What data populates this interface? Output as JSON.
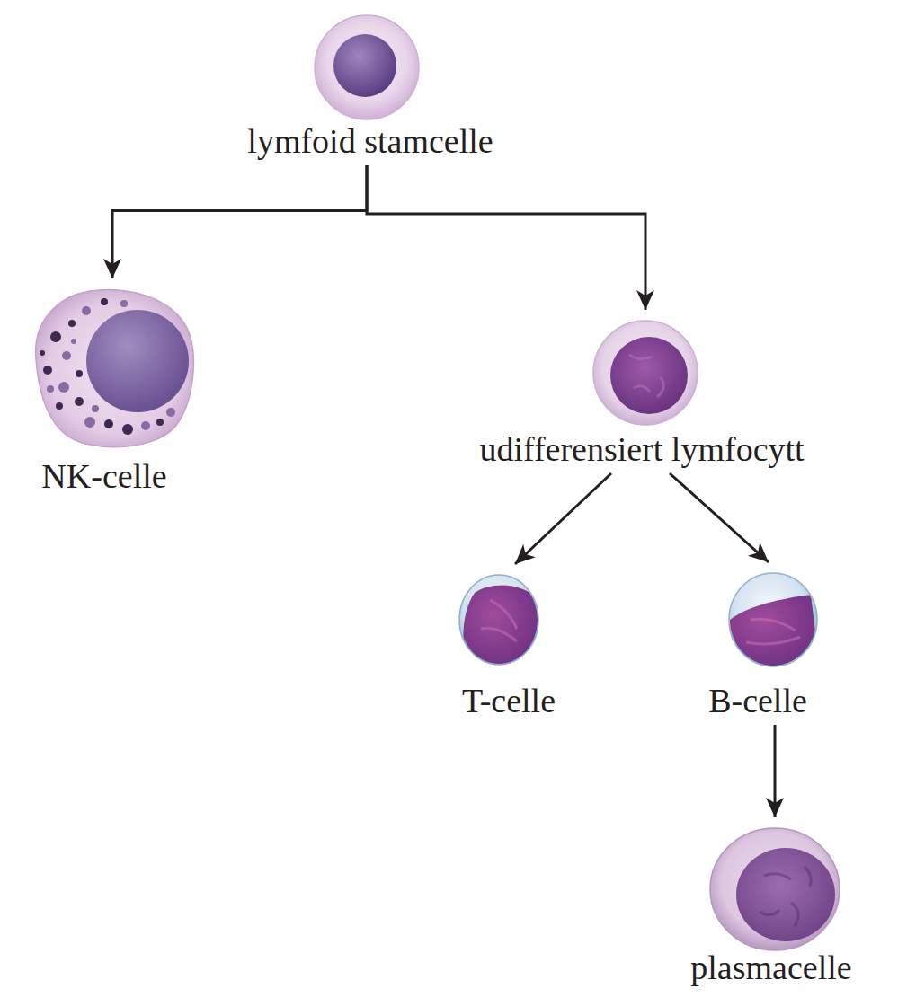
{
  "diagram": {
    "nodes": [
      {
        "text": [
          "lymfoid stamcelle"
        ]
      },
      {
        "text": [
          "NK-celle"
        ]
      },
      {
        "text": [
          "udifferensiert lymfocytt"
        ]
      },
      {
        "text": [
          "T-celle"
        ]
      },
      {
        "text": [
          "B-celle"
        ]
      },
      {
        "text": [
          "plasmacelle"
        ]
      }
    ],
    "edges": [
      {
        "from": 0,
        "to": 1,
        "arrow": "to"
      },
      {
        "from": 0,
        "to": 2,
        "arrow": "to"
      },
      {
        "from": 2,
        "to": 3,
        "arrow": "to"
      },
      {
        "from": 2,
        "to": 4,
        "arrow": "to"
      },
      {
        "from": 4,
        "to": 5,
        "arrow": "to"
      }
    ]
  }
}
